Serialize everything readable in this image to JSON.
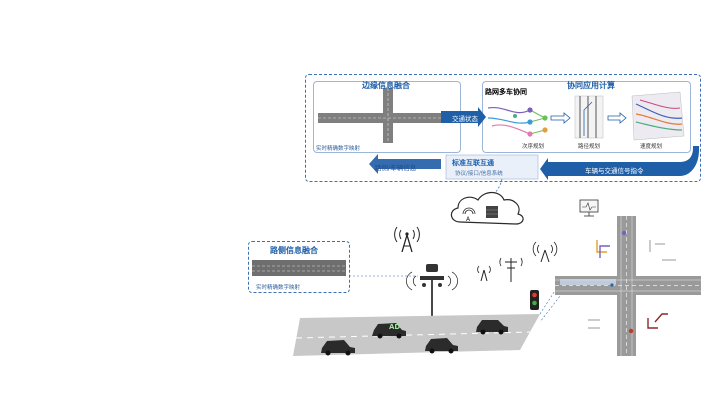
{
  "edge_fusion": {
    "title": "边缘信息融合",
    "caption": "实时精确数字映射"
  },
  "collab": {
    "title": "协同应用计算",
    "network_title": "路网多车协同",
    "steps": [
      "次序规划",
      "路径规划",
      "速度规划"
    ]
  },
  "flows": {
    "traffic_state": "交通状态",
    "roadside_info": "路侧/车辆信息",
    "standard_interop": "标准互联互通",
    "standard_sub": "协议/接口/信息系统",
    "vehicle_commands": "车辆与交通信号指令"
  },
  "roadside_fusion": {
    "title": "路侧信息融合",
    "caption": "实时精确数字映射"
  },
  "road": {
    "vehicle_label": "AD"
  },
  "colors": {
    "accent": "#1f5fa8",
    "dark_arrow": "#2a63ab",
    "road": "#8c8c8c"
  }
}
